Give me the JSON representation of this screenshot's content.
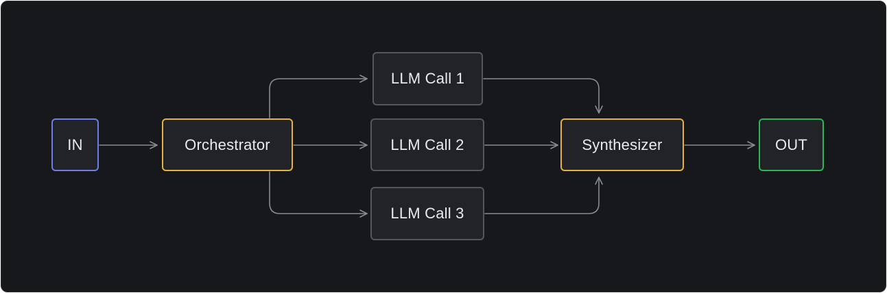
{
  "nodes": {
    "in": {
      "label": "IN"
    },
    "orchestrator": {
      "label": "Orchestrator"
    },
    "llm_call_1": {
      "label": "LLM Call 1"
    },
    "llm_call_2": {
      "label": "LLM Call 2"
    },
    "llm_call_3": {
      "label": "LLM Call 3"
    },
    "synthesizer": {
      "label": "Synthesizer"
    },
    "out": {
      "label": "OUT"
    }
  },
  "edges": [
    {
      "from": "in",
      "to": "orchestrator"
    },
    {
      "from": "orchestrator",
      "to": "llm_call_1"
    },
    {
      "from": "orchestrator",
      "to": "llm_call_2"
    },
    {
      "from": "orchestrator",
      "to": "llm_call_3"
    },
    {
      "from": "llm_call_1",
      "to": "synthesizer"
    },
    {
      "from": "llm_call_2",
      "to": "synthesizer"
    },
    {
      "from": "llm_call_3",
      "to": "synthesizer"
    },
    {
      "from": "synthesizer",
      "to": "out"
    }
  ],
  "colors": {
    "background": "#17181c",
    "node_fill": "#222327",
    "node_border": "#55575e",
    "input_border": "#6f7de6",
    "orchestrator_border": "#e3b341",
    "synthesizer_border": "#e3b341",
    "output_border": "#2fb457",
    "edge": "#8a8c92",
    "text": "#e9eaee"
  }
}
